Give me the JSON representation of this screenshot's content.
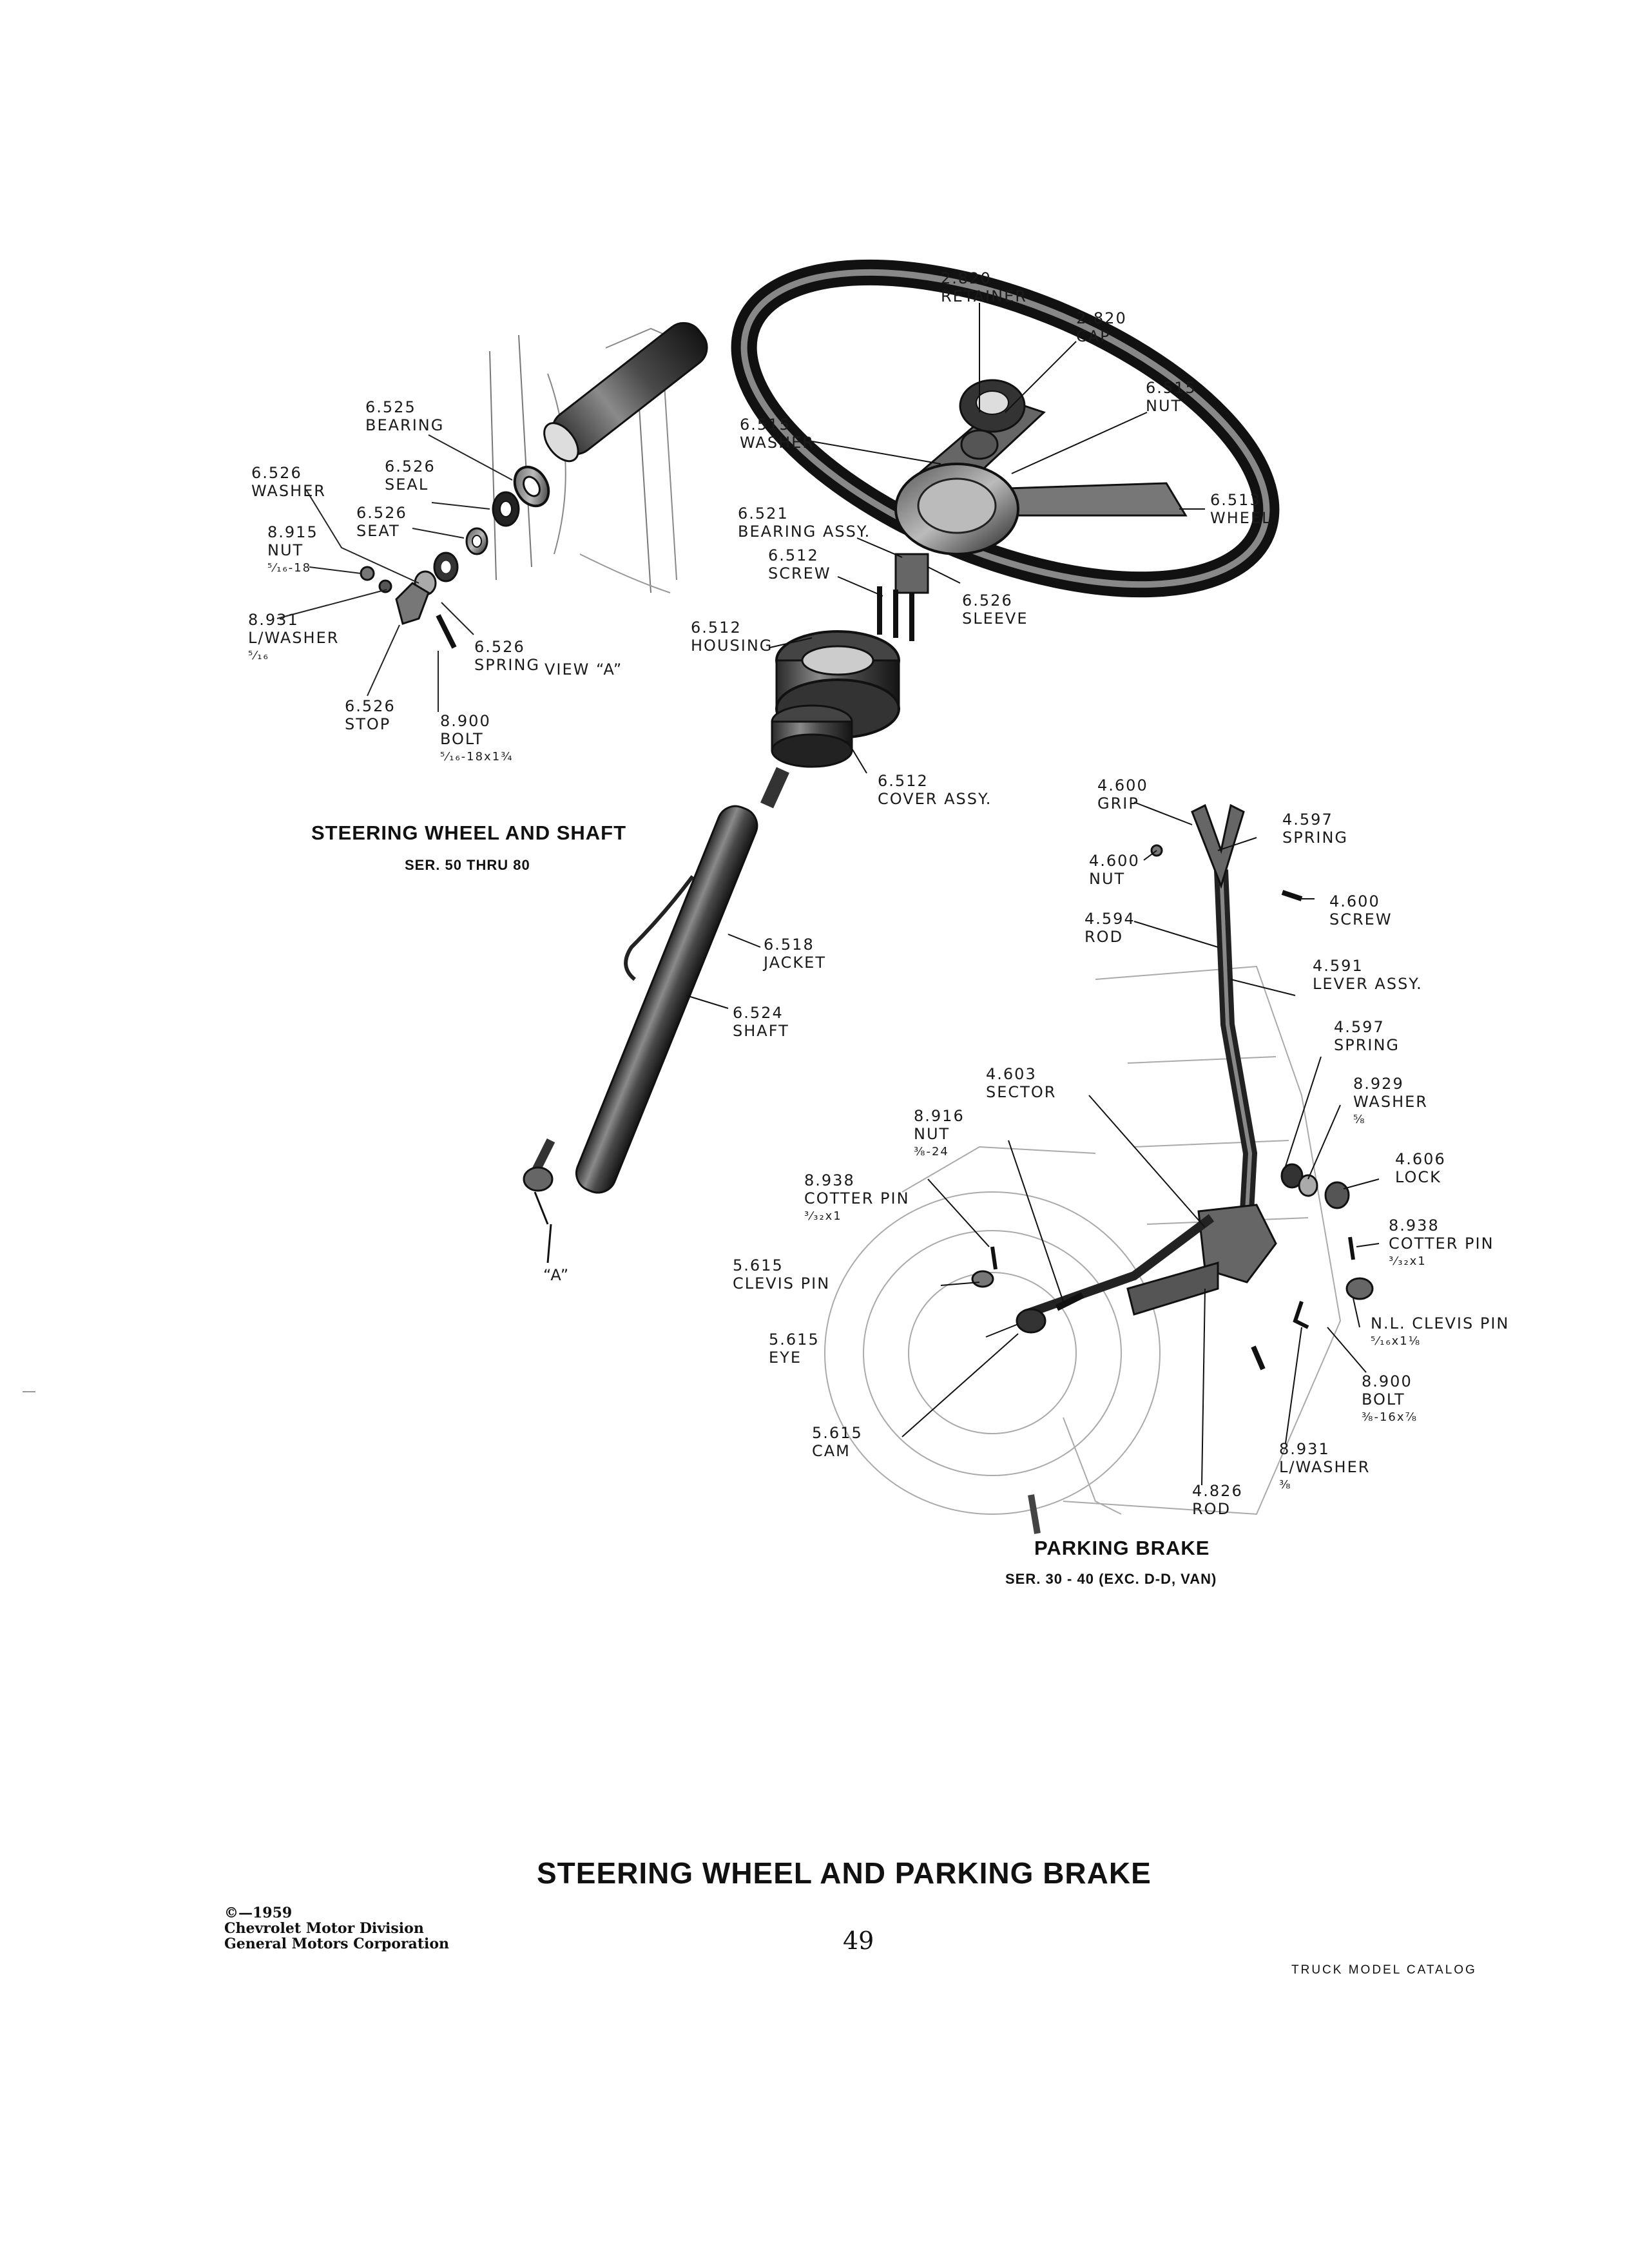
{
  "labels": {
    "sw_6525": {
      "num": "6.525",
      "name": "BEARING"
    },
    "sw_6526_washer": {
      "num": "6.526",
      "name": "WASHER"
    },
    "sw_6526_seal": {
      "num": "6.526",
      "name": "SEAL"
    },
    "sw_6526_seat": {
      "num": "6.526",
      "name": "SEAT"
    },
    "sw_8915": {
      "num": "8.915",
      "name": "NUT",
      "size": "⁵⁄₁₆-18"
    },
    "sw_8931": {
      "num": "8.931",
      "name": "L/WASHER",
      "size": "⁵⁄₁₆"
    },
    "sw_6526_spring": {
      "num": "6.526",
      "name": "SPRING"
    },
    "sw_view_a": {
      "name": "VIEW “A”"
    },
    "sw_6526_stop": {
      "num": "6.526",
      "name": "STOP"
    },
    "sw_8900": {
      "num": "8.900",
      "name": "BOLT",
      "size": "⁵⁄₁₆-18x1¾"
    },
    "sw_2820_retainer": {
      "num": "2.820",
      "name": "RETAINER"
    },
    "sw_2820_cap": {
      "num": "2.820",
      "name": "CAP"
    },
    "sw_6515_nut": {
      "num": "6.515",
      "name": "NUT"
    },
    "sw_6515_washer": {
      "num": "6.515",
      "name": "WASHER"
    },
    "sw_6513": {
      "num": "6.513",
      "name": "WHEEL"
    },
    "sw_6521": {
      "num": "6.521",
      "name": "BEARING ASSY."
    },
    "sw_6512_screw": {
      "num": "6.512",
      "name": "SCREW"
    },
    "sw_6526_sleeve": {
      "num": "6.526",
      "name": "SLEEVE"
    },
    "sw_6512_housing": {
      "num": "6.512",
      "name": "HOUSING"
    },
    "sw_6512_cover": {
      "num": "6.512",
      "name": "COVER ASSY."
    },
    "sw_6518": {
      "num": "6.518",
      "name": "JACKET"
    },
    "sw_6524": {
      "num": "6.524",
      "name": "SHAFT"
    },
    "sw_a": {
      "name": "“A”"
    },
    "pb_4600_grip": {
      "num": "4.600",
      "name": "GRIP"
    },
    "pb_4597_spring": {
      "num": "4.597",
      "name": "SPRING"
    },
    "pb_4600_nut": {
      "num": "4.600",
      "name": "NUT"
    },
    "pb_4600_screw": {
      "num": "4.600",
      "name": "SCREW"
    },
    "pb_4594": {
      "num": "4.594",
      "name": "ROD"
    },
    "pb_4591": {
      "num": "4.591",
      "name": "LEVER ASSY."
    },
    "pb_4597_spring2": {
      "num": "4.597",
      "name": "SPRING"
    },
    "pb_4603": {
      "num": "4.603",
      "name": "SECTOR"
    },
    "pb_8929": {
      "num": "8.929",
      "name": "WASHER",
      "size": "⅝"
    },
    "pb_8916": {
      "num": "8.916",
      "name": "NUT",
      "size": "⅜-24"
    },
    "pb_4606": {
      "num": "4.606",
      "name": "LOCK"
    },
    "pb_8938_a": {
      "num": "8.938",
      "name": "COTTER PIN",
      "size": "³⁄₃₂x1"
    },
    "pb_8938_b": {
      "num": "8.938",
      "name": "COTTER PIN",
      "size": "³⁄₃₂x1"
    },
    "pb_5615_clevis": {
      "num": "5.615",
      "name": "CLEVIS PIN"
    },
    "pb_nl_clevis": {
      "name": "N.L. CLEVIS PIN",
      "size": "⁵⁄₁₆x1⅛"
    },
    "pb_5615_eye": {
      "num": "5.615",
      "name": "EYE"
    },
    "pb_8900": {
      "num": "8.900",
      "name": "BOLT",
      "size": "⅜-16x⅞"
    },
    "pb_5615_cam": {
      "num": "5.615",
      "name": "CAM"
    },
    "pb_8931": {
      "num": "8.931",
      "name": "L/WASHER",
      "size": "⅜"
    },
    "pb_4826": {
      "num": "4.826",
      "name": "ROD"
    }
  },
  "sections": {
    "steering": {
      "title": "STEERING WHEEL AND SHAFT",
      "subtitle": "SER. 50 THRU 80"
    },
    "parking": {
      "title": "PARKING BRAKE",
      "subtitle": "SER. 30 - 40 (EXC. D-D, VAN)"
    }
  },
  "footer": {
    "page_title": "STEERING WHEEL AND PARKING BRAKE",
    "page_number": "49",
    "copyright_lines": [
      "©—1959",
      "Chevrolet Motor Division",
      "General Motors Corporation"
    ],
    "catalog": "TRUCK MODEL CATALOG"
  }
}
